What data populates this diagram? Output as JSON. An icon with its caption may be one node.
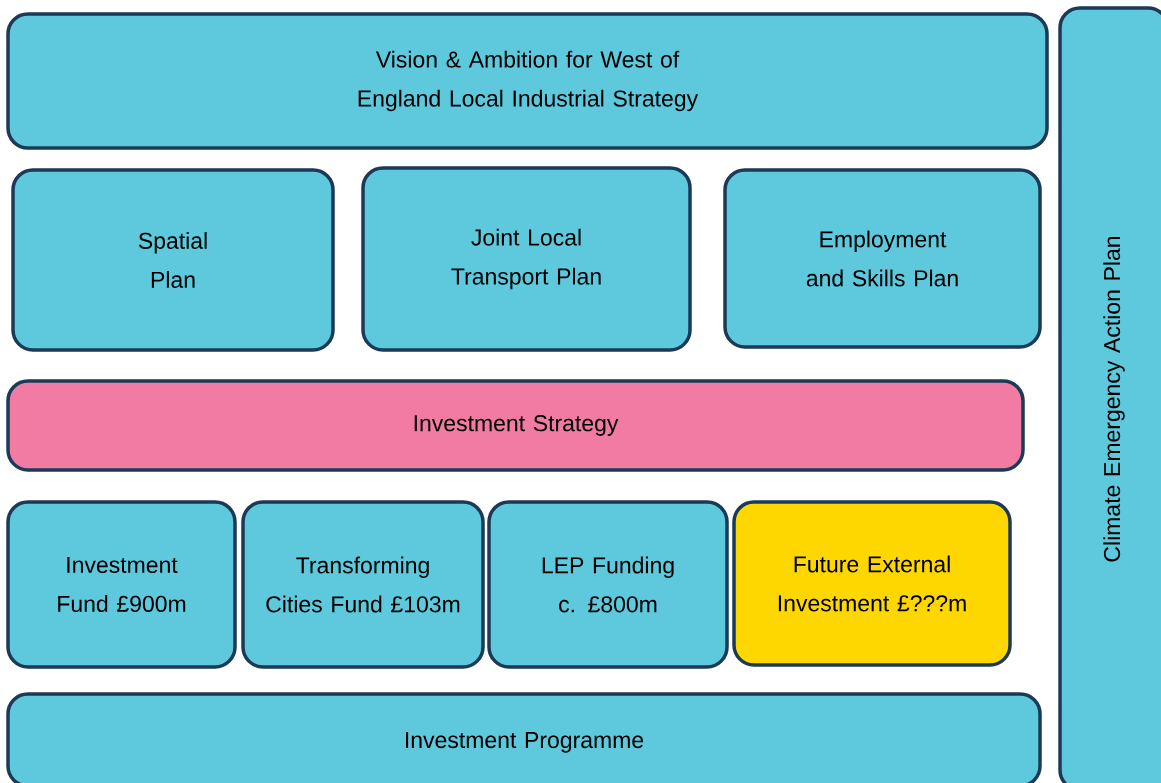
{
  "diagram": {
    "nodes": [
      {
        "text": [
          "Vision & Ambition for West of England Local Industrial Strategy"
        ]
      },
      {
        "text": [
          "Spatial Plan"
        ]
      },
      {
        "text": [
          "Joint Local Transport Plan"
        ]
      },
      {
        "text": [
          "Employment and Skills Plan"
        ]
      },
      {
        "text": [
          "Investment Strategy"
        ]
      },
      {
        "text": [
          "Investment Fund £900m"
        ]
      },
      {
        "text": [
          "Transforming Cities Fund £103m"
        ]
      },
      {
        "text": [
          "LEP Funding c. £800m"
        ]
      },
      {
        "text": [
          "Future External Investment £???m"
        ]
      },
      {
        "text": [
          "Investment Programme"
        ]
      },
      {
        "text": [
          "Climate Emergency Action Plan"
        ]
      }
    ]
  }
}
